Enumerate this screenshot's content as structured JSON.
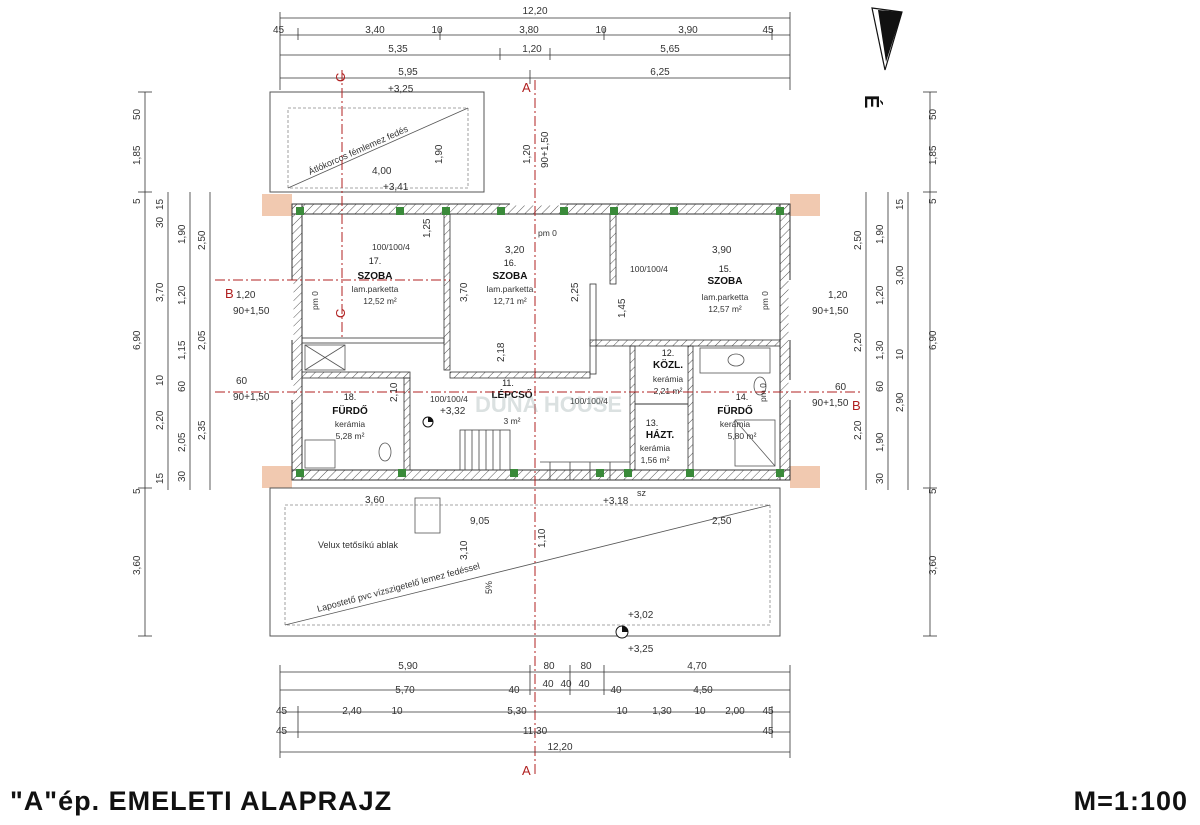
{
  "drawing": {
    "title": "\"A\"ép.  EMELETI ALAPRAJZ",
    "scale": "M=1:100",
    "north_label": "É"
  },
  "top_dimensions": {
    "row1": [
      "12,20"
    ],
    "row2": [
      "45",
      "3,40",
      "10",
      "3,80",
      "10",
      "3,90",
      "45"
    ],
    "row3": [
      "5,35",
      "1,20",
      "5,65"
    ],
    "row4": [
      "5,95",
      "6,25"
    ]
  },
  "bottom_dimensions": {
    "row1": [
      "5,90",
      "80",
      "80",
      "4,70"
    ],
    "row2": [
      "5,70",
      "40",
      "40",
      "40",
      "40",
      "40",
      "4,50"
    ],
    "row3": [
      "45",
      "2,40",
      "10",
      "5,30",
      "10",
      "1,30",
      "10",
      "2,00",
      "45"
    ],
    "row4": [
      "45",
      "11,30",
      "45"
    ],
    "row5": [
      "12,20"
    ]
  },
  "left_dimensions": {
    "outer": [
      "50",
      "1,85",
      "5",
      "6,90",
      "5",
      "3,60"
    ],
    "mid": [
      "15",
      "30",
      "1,90",
      "3,70",
      "1,15",
      "10",
      "2,20",
      "15"
    ],
    "inner": [
      "2,50",
      "1,20",
      "2,05",
      "60",
      "2,05",
      "2,35",
      "30"
    ]
  },
  "right_dimensions": {
    "outer": [
      "50",
      "1,85",
      "5",
      "6,90",
      "5",
      "3,60"
    ],
    "mid": [
      "15",
      "1,90",
      "3,00",
      "1,30",
      "10",
      "2,90",
      "1,90",
      "30"
    ],
    "inner": [
      "2,50",
      "1,20",
      "2,20",
      "60",
      "2,20"
    ]
  },
  "rooms": [
    {
      "num": "17.",
      "name": "SZOBA",
      "floor": "lam.parketta",
      "area": "12,52 m²"
    },
    {
      "num": "16.",
      "name": "SZOBA",
      "floor": "lam.parketta",
      "area": "12,71 m²"
    },
    {
      "num": "15.",
      "name": "SZOBA",
      "floor": "lam.parketta",
      "area": "12,57 m²"
    },
    {
      "num": "12.",
      "name": "KÖZL.",
      "floor": "kerámia",
      "area": "2,21 m²"
    },
    {
      "num": "11.",
      "name": "LÉPCSŐ",
      "floor": "",
      "area": "3 m²"
    },
    {
      "num": "13.",
      "name": "HÁZT.",
      "floor": "kerámia",
      "area": "1,56 m²"
    },
    {
      "num": "18.",
      "name": "FÜRDŐ",
      "floor": "kerámia",
      "area": "5,28 m²"
    },
    {
      "num": "14.",
      "name": "FÜRDŐ",
      "floor": "kerámia",
      "area": "5,80 m²"
    }
  ],
  "levels": [
    "+3,25",
    "+3,41",
    "+3,32",
    "+3,18",
    "+3,02",
    "+3,25",
    "pm 0",
    "pm 0",
    "pm 0",
    "pm 0"
  ],
  "notes": {
    "roof_top": "Átlókorcos fémlemez fedés",
    "roof_bottom": "Lapostető pvc vízszigetelő lemez fedéssel",
    "skylight": "Velux tetősíkú ablak",
    "slope": "5%",
    "window_label": "100/100/4",
    "sz": "sz"
  },
  "sections": {
    "a": "A",
    "b": "B",
    "c": "C"
  },
  "openings": {
    "w_left": "90+1,50",
    "w_right": "90+1,50",
    "w_top": "90+1,50",
    "w_left_b": "90+1,50",
    "w_right_b": "90+1,50",
    "span_120": "1,20",
    "span_60": "60"
  },
  "internal_dims": {
    "d400": "4,00",
    "d320": "3,20",
    "d390": "3,90",
    "d190": "1,90",
    "d120": "1,20",
    "d360": "3,60",
    "d905": "9,05",
    "d250": "2,50",
    "d310": "3,10",
    "d370": "3,70",
    "d225": "2,25",
    "d210": "2,10",
    "d218": "2,18",
    "d145": "1,45",
    "d125": "1,25",
    "d110": "1,10"
  },
  "watermark": "DUNA HOUSE",
  "colors": {
    "line": "#333333",
    "wall": "#444444",
    "column": "#3a8a3a",
    "section": "#b02020",
    "hatch": "#f1c9b0"
  }
}
